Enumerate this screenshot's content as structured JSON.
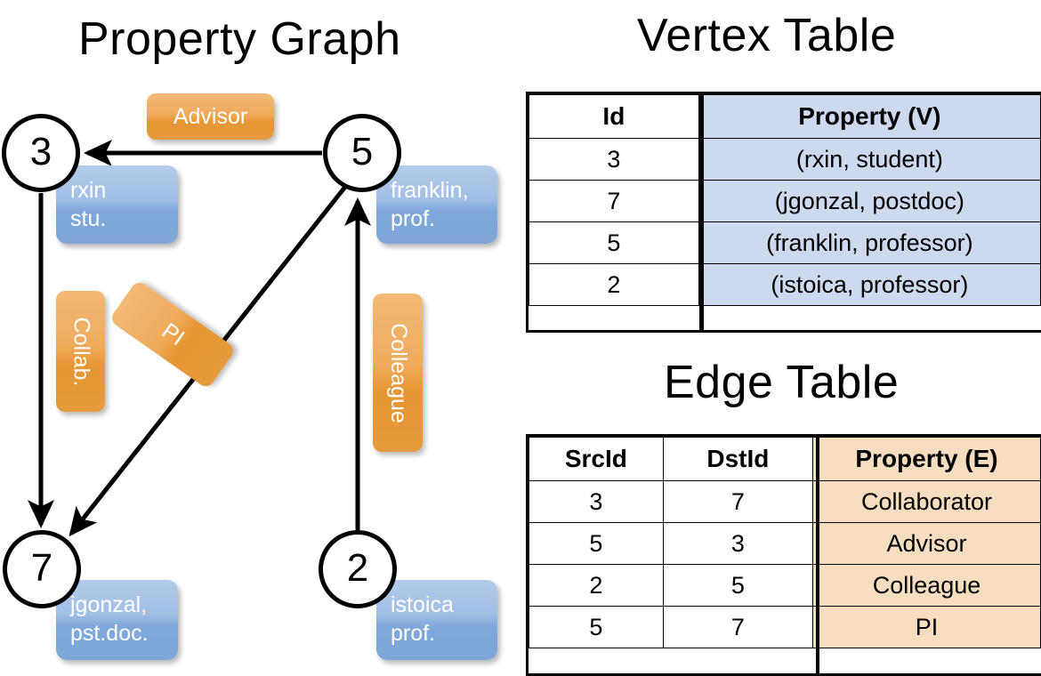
{
  "titles": {
    "property_graph": "Property Graph",
    "vertex_table": "Vertex Table",
    "edge_table": "Edge Table"
  },
  "graph": {
    "nodes": [
      {
        "id": "3",
        "label": "3",
        "property": "rxin\nstu."
      },
      {
        "id": "5",
        "label": "5",
        "property": "franklin,\nprof."
      },
      {
        "id": "7",
        "label": "7",
        "property": "jgonzal,\npst.doc."
      },
      {
        "id": "2",
        "label": "2",
        "property": "istoica\nprof."
      }
    ],
    "edge_labels": {
      "advisor": "Advisor",
      "collab": "Collab.",
      "pi": "PI",
      "colleague": "Colleague"
    },
    "edges": [
      {
        "src": "5",
        "dst": "3",
        "label": "Advisor"
      },
      {
        "src": "3",
        "dst": "7",
        "label": "Collab."
      },
      {
        "src": "5",
        "dst": "7",
        "label": "PI"
      },
      {
        "src": "2",
        "dst": "5",
        "label": "Colleague"
      }
    ]
  },
  "vertex_table": {
    "headers": [
      "Id",
      "Property (V)"
    ],
    "rows": [
      {
        "id": "3",
        "property": "(rxin, student)"
      },
      {
        "id": "7",
        "property": "(jgonzal, postdoc)"
      },
      {
        "id": "5",
        "property": "(franklin, professor)"
      },
      {
        "id": "2",
        "property": "(istoica, professor)"
      }
    ]
  },
  "edge_table": {
    "headers": [
      "SrcId",
      "DstId",
      "Property (E)"
    ],
    "rows": [
      {
        "src": "3",
        "dst": "7",
        "property": "Collaborator"
      },
      {
        "src": "5",
        "dst": "3",
        "property": "Advisor"
      },
      {
        "src": "2",
        "dst": "5",
        "property": "Colleague"
      },
      {
        "src": "5",
        "dst": "7",
        "property": "PI"
      }
    ]
  },
  "colors": {
    "vertex_property_fill": "#ccd9ee",
    "edge_property_fill": "#f7ddc0",
    "node_box_blue": "#7ea8da",
    "edge_label_orange": "#e79633",
    "stroke": "#000000",
    "background": "#ffffff"
  }
}
